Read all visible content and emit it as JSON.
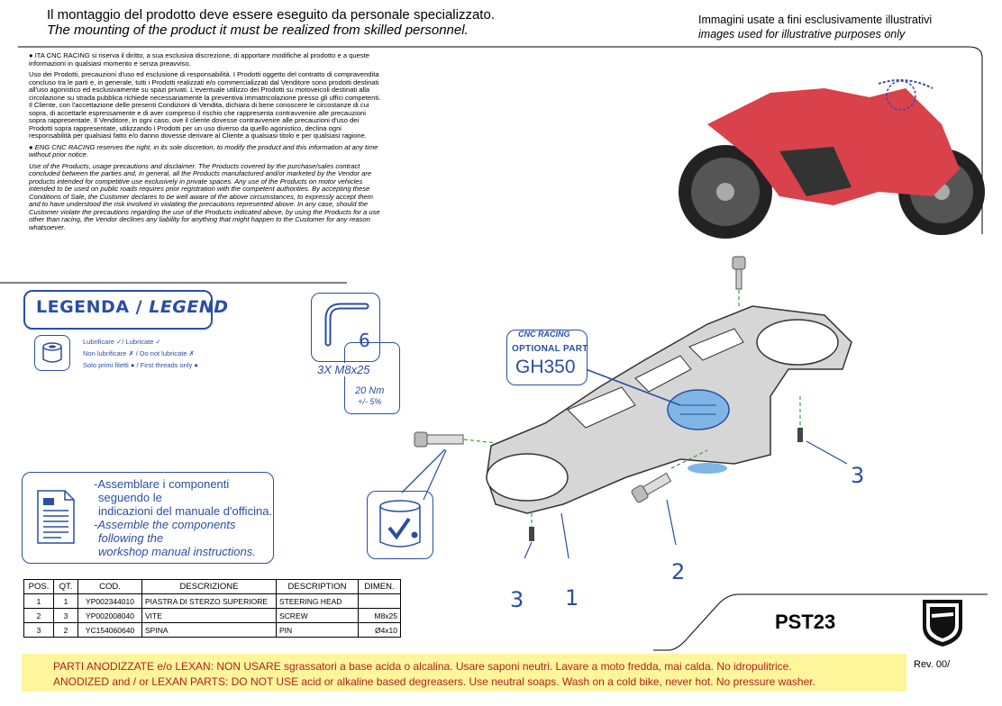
{
  "header": {
    "note_it": "Il montaggio del prodotto deve essere eseguito da personale specializzato.",
    "note_en": "The mounting of the product it must be realized from skilled personnel.",
    "images_it": "Immagini usate a fini esclusivamente illustrativi",
    "images_en": "images used for illustrative purposes only"
  },
  "disclaimer": {
    "ita_intro": "● ITA  CNC RACING si riserva il diritto, a sua esclusiva discrezione, di apportare modifiche al prodotto e a queste informazioni in qualsiasi momento e senza preavviso.",
    "ita_body": "Uso dei Prodotti, precauzioni d'uso ed esclusione di responsabilità. I Prodotti oggetto del contratto di compravendita concluso tra le parti e, in generale, tutti i Prodotti realizzati e/o commercializzati dal Venditore sono prodotti destinati all'uso agonistico ed esclusivamente su spazi privati. L'eventuale utilizzo dei Prodotti su motoveicoli destinati alla circolazione su strada pubblica richiede necessariamente la preventiva immatricolazione presso gli uffici competenti. Il Cliente, con l'accettazione delle presenti Condizioni di Vendita, dichiara di bene conoscere le circostanze di cui sopra, di accettarle espressamente e di aver compreso il rischio che rappresenta contravvenire alle precauzioni sopra rappresentate. Il Venditore, in ogni caso, ove il cliente dovesse contravvenire alle precauzioni d'uso dei Prodotti sopra rappresentate, utilizzando i Prodotti per un uso diverso da quello agonistico, declina ogni responsabilità per qualsiasi fatto e/o danno dovesse derivare al Cliente a qualsiasi titolo e per qualsiasi ragione.",
    "eng_intro": "● ENG  CNC RACING reserves the right, in its sole discretion, to modify the product and this information at any time without prior notice.",
    "eng_body": "Use of the Products, usage precautions and disclaimer. The Products covered by the purchase/sales contract concluded between the parties and, in general, all the Products manufactured and/or marketed by the Vendor are products intended for competitive use exclusively in private spaces. Any use of the Products on motor vehicles intended to be used on public roads requires prior registration with the competent authorities. By accepting these Conditions of Sale, the Customer declares to be well aware of the above circumstances, to expressly accept them and to have understood the risk involved in violating the precautions represented above. In any case, should the Customer violate the precautions regarding the use of the Products indicated above, by using the Products for a use other than racing, the Vendor declines any liability for anything that might happen to the Customer for any reason whatsoever."
  },
  "legend": {
    "title_it": "LEGENDA /",
    "title_en": "LEGEND",
    "items": [
      "Lubrificare ✓/ Lubricate ✓",
      "Non lubrificare ✗ / Do not lubricate ✗",
      "Solo primi filetti ● / First threads only ●"
    ]
  },
  "screw_spec": {
    "hex_size": "6",
    "qty_size": "3X   M8x25",
    "torque": "20 Nm",
    "tolerance": "+/- 5%"
  },
  "optional_part": {
    "brand": "CNC RACING",
    "label": "OPTIONAL PART",
    "code": "GH350"
  },
  "instructions": {
    "it_1": "-Assemblare i componenti",
    "it_2": "seguendo le",
    "it_3": "indicazioni del manuale d'officina.",
    "en_1": "-Assemble the components",
    "en_2": "following the",
    "en_3": "workshop manual instructions."
  },
  "callouts": {
    "c1": "1",
    "c2": "2",
    "c3a": "3",
    "c3b": "3"
  },
  "bom": {
    "headers": [
      "POS.",
      "QT.",
      "COD.",
      "DESCRIZIONE",
      "DESCRIPTION",
      "DIMEN."
    ],
    "rows": [
      [
        "1",
        "1",
        "YP002344010",
        "PIASTRA DI STERZO SUPERIORE",
        "STEERING HEAD",
        ""
      ],
      [
        "2",
        "3",
        "YP002008040",
        "VITE",
        "SCREW",
        "M8x25"
      ],
      [
        "3",
        "2",
        "YC154060640",
        "SPINA",
        "PIN",
        "Ø4x10"
      ]
    ]
  },
  "product_code": "PST23",
  "brand_logo": "CNC RACING",
  "revision": "Rev. 00/",
  "warning": {
    "it": "PARTI ANODIZZATE  e/o LEXAN:  NON USARE sgrassatori a base acida o alcalina. Usare saponi neutri. Lavare a moto fredda, mai calda. No idropulitrice.",
    "en": "ANODIZED and / or LEXAN PARTS: DO NOT USE acid or alkaline based degreasers. Use neutral soaps. Wash on a cold bike, never hot. No pressure washer."
  },
  "colors": {
    "accent_blue": "#2a4ea3",
    "warning_bg": "#fff59a",
    "warning_text": "#b02020",
    "bike_red": "#d9424a",
    "part_blue": "#7fb6e6"
  }
}
